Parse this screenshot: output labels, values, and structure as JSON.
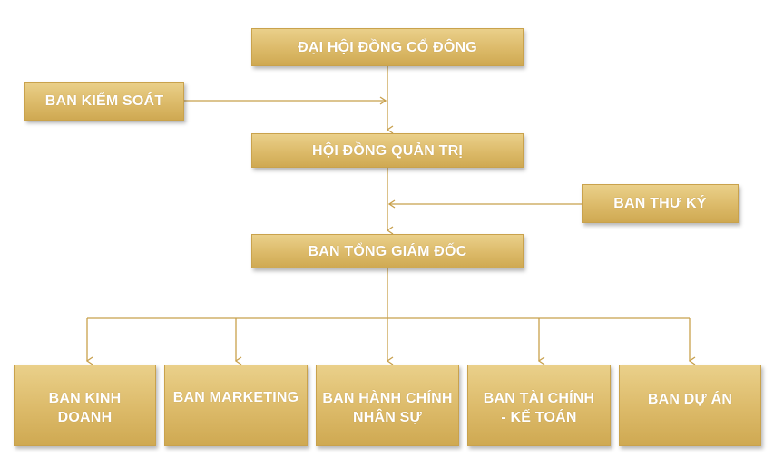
{
  "nodes": {
    "general_meeting": "ĐẠI HỘI ĐỒNG CỔ ĐÔNG",
    "supervisory_board": "BAN KIỂM SOÁT",
    "board_of_directors": "HỘI ĐỒNG QUẢN TRỊ",
    "secretariat": "BAN THƯ KÝ",
    "executive_board": "BAN TỔNG GIÁM ĐỐC",
    "business": "BAN KINH DOANH",
    "marketing": "BAN MARKETING",
    "admin_hr": "BAN HÀNH CHÍNH NHÂN SỰ",
    "finance_accounting": "BAN TÀI CHÍNH - KẾ TOÁN",
    "projects": "BAN DỰ ÁN"
  },
  "colors": {
    "box_fill": "#dcba69",
    "box_text": "#ffffff",
    "connector": "#c8a04c"
  }
}
